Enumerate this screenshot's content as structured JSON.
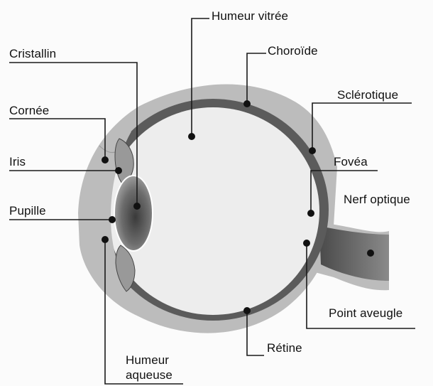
{
  "diagram": {
    "colors": {
      "sclera_outer": "#bdbdbd",
      "choroid": "#5a5a5a",
      "vitreous": "#eeeeee",
      "lens_dark": "#666666",
      "nerve": "#7a7a7a",
      "line": "#1a1a1a"
    },
    "labels": {
      "humeur_vitree": "Humeur vitrée",
      "cristallin": "Cristallin",
      "choroide": "Choroïde",
      "sclerotique": "Sclérotique",
      "cornee": "Cornée",
      "iris": "Iris",
      "fovea": "Fovéa",
      "nerf_optique": "Nerf optique",
      "pupille": "Pupille",
      "point_aveugle": "Point aveugle",
      "retine": "Rétine",
      "humeur_aqueuse_line1": "Humeur",
      "humeur_aqueuse_line2": "aqueuse"
    }
  }
}
